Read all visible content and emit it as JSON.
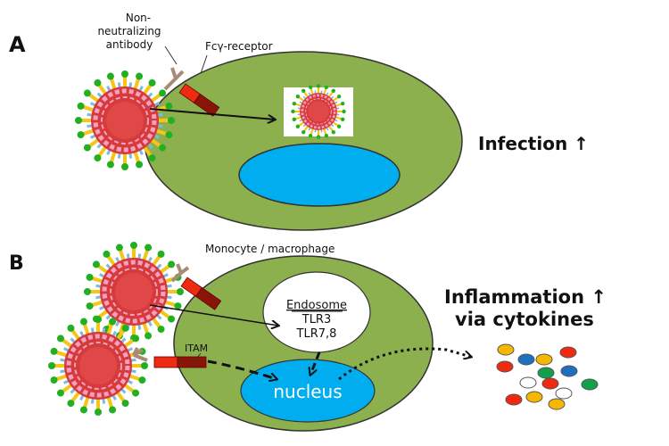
{
  "panel_a": {
    "letter": "A",
    "antibody_label": [
      "Non-",
      "neutralizing",
      "antibody"
    ],
    "receptor_label": "Fcγ-receptor",
    "outcome": "Infection ↑"
  },
  "cell_label": "Monocyte / macrophage",
  "panel_b": {
    "letter": "B",
    "endosome_title": "Endosome",
    "endosome_lines": [
      "TLR3",
      "TLR7,8"
    ],
    "itam_label": "ITAM",
    "nucleus_label": "nucleus",
    "outcome_line1": "Inflammation ↑",
    "outcome_line2": "via cytokines"
  },
  "colors": {
    "cell": "#8db04e",
    "nucleus": "#00aeef",
    "receptor_light": "#ee2a10",
    "receptor_dark": "#8b1408",
    "virus": "#d63a3a"
  },
  "cytokines": [
    {
      "color": "#f5b800"
    },
    {
      "color": "#1f6fc0"
    },
    {
      "color": "#f5b800"
    },
    {
      "color": "#ee2a10"
    },
    {
      "color": "#ee2a10"
    },
    {
      "color": "#12a14a"
    },
    {
      "color": "#1f6fc0"
    },
    {
      "color": "#ffffff"
    },
    {
      "color": "#ee2a10"
    },
    {
      "color": "#12a14a"
    },
    {
      "color": "#ee2a10"
    },
    {
      "color": "#f5b800"
    },
    {
      "color": "#ffffff"
    },
    {
      "color": "#f5b800"
    }
  ]
}
